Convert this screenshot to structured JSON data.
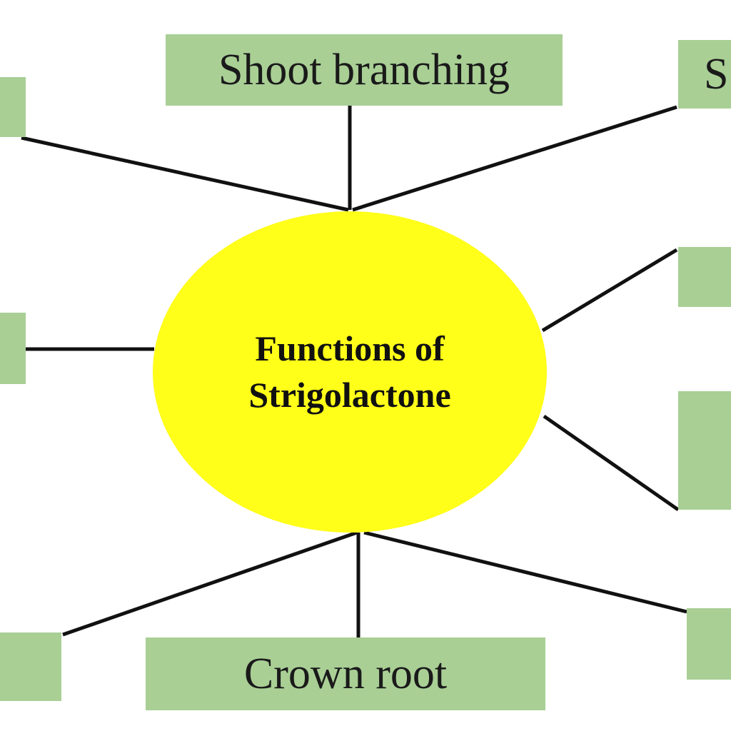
{
  "hub": {
    "line1": "Functions of",
    "line2": "Strigolactone"
  },
  "nodes": {
    "top_center": "Shoot branching",
    "top_right": "S",
    "top_left": "",
    "mid_left": "",
    "right_upper": "",
    "right_lower": "",
    "bottom_left": "",
    "bottom_center": "Crown root",
    "bottom_right": ""
  },
  "colors": {
    "box_fill": "#a9cf95",
    "hub_fill": "#ffff1a",
    "connector": "#111111"
  }
}
